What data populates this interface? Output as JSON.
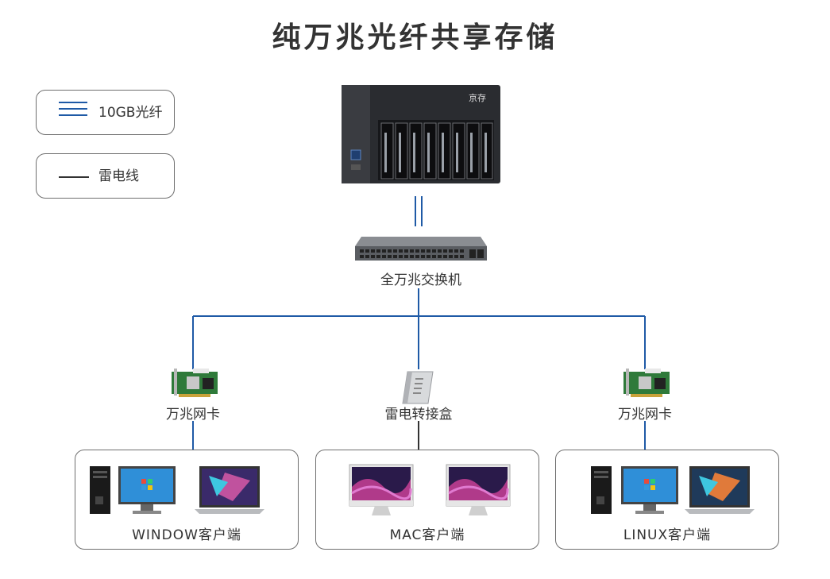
{
  "title": "纯万兆光纤共享存储",
  "legend": {
    "fiber_label": "10GB光纤",
    "thunderbolt_label": "雷电线"
  },
  "nas": {
    "brand": "京存"
  },
  "switch": {
    "label": "全万兆交换机"
  },
  "adapters": [
    {
      "label": "万兆网卡"
    },
    {
      "label": "雷电转接盒"
    },
    {
      "label": "万兆网卡"
    }
  ],
  "clients": [
    {
      "label": "WINDOW客户端"
    },
    {
      "label": "MAC客户端"
    },
    {
      "label": "LINUX客户端"
    }
  ],
  "colors": {
    "fiber": "#1f5aa6",
    "thunderbolt": "#333333",
    "nas_body": "#2a2c30"
  }
}
